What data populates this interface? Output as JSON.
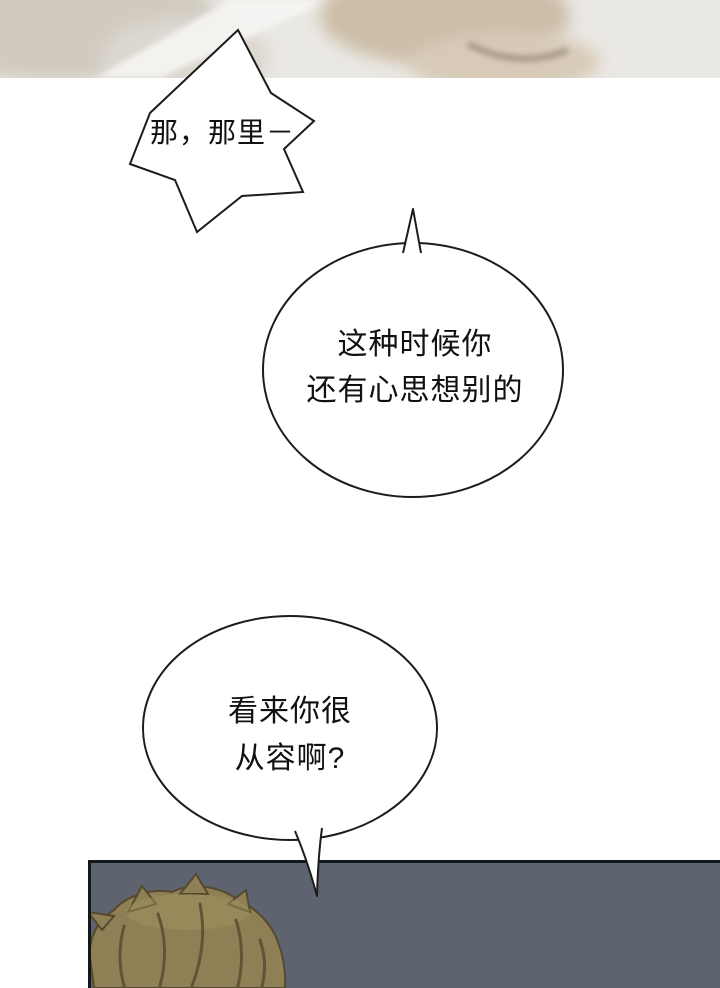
{
  "bubbles": {
    "jagged": {
      "text": "那，那里－"
    },
    "oval1": {
      "line1": "这种时候你",
      "line2": "还有心思想别的"
    },
    "oval2": {
      "line1": "看来你很",
      "line2": "从容啊?"
    }
  },
  "colors": {
    "outline": "#1c1c1c",
    "bubble_fill": "#ffffff",
    "top_bg": "#eae8e4",
    "top_left_blob": "#d0cabf",
    "top_mid_blob": "#dcd7cf",
    "top_streak": "#f6f5f3",
    "top_tan_blob": "#ccbda8",
    "top_tan_lower": "#d7cab7",
    "top_dark_edge": "#8a7a66",
    "bottom_panel_bg": "#5d6470",
    "panel_border": "#14171c",
    "hair_base": "#8e8054",
    "hair_dark": "#5f5435",
    "hair_light": "#a59464"
  }
}
